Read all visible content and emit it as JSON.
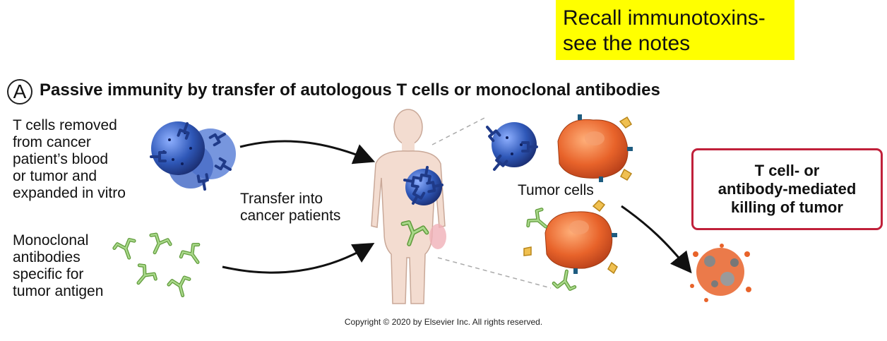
{
  "note": {
    "line1": "Recall immunotoxins-",
    "line2": "see the notes"
  },
  "panel": {
    "letter": "A",
    "heading": "Passive immunity by transfer of autologous T cells or monoclonal antibodies"
  },
  "left_labels": {
    "t_cells": [
      "T cells removed",
      "from cancer",
      "patient’s blood",
      "or tumor and",
      "expanded in vitro"
    ],
    "antibodies": [
      "Monoclonal",
      "antibodies",
      "specific for",
      "tumor antigen"
    ]
  },
  "transfer_label": [
    "Transfer into",
    "cancer patients"
  ],
  "tumor_label": "Tumor cells",
  "outcome": [
    "T cell- or",
    "antibody-mediated",
    "killing of tumor"
  ],
  "copyright": "Copyright © 2020 by Elsevier Inc.  All rights reserved.",
  "colors": {
    "t_cell": "#2f58b8",
    "antibody": "#8cc063",
    "tumor": "#e8632a",
    "outcome_border": "#c0203a",
    "note_bg": "#ffff00",
    "body": "#f3dcd0"
  }
}
